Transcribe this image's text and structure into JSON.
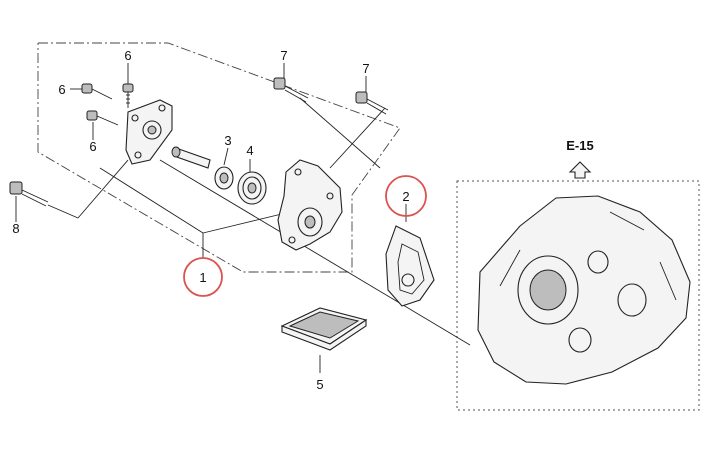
{
  "callouts": {
    "c1": "1",
    "c2": "2",
    "c3": "3",
    "c4": "4",
    "c5": "5",
    "c6a": "6",
    "c6b": "6",
    "c6c": "6",
    "c7a": "7",
    "c7b": "7",
    "c8": "8"
  },
  "reference": {
    "label": "E-15"
  },
  "highlight_color": "#d9534f"
}
